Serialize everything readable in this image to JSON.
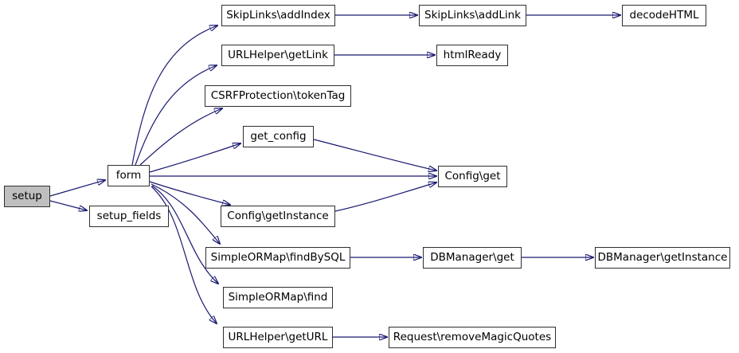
{
  "diagram": {
    "type": "call-graph",
    "colors": {
      "edge": "#191970",
      "node_fill": "#ffffff",
      "node_border": "#2f2f2f",
      "focus_fill": "#bfbfbf",
      "text": "#000000",
      "background": "#ffffff"
    },
    "nodes": {
      "setup": {
        "label": "setup",
        "focused": true
      },
      "form": {
        "label": "form"
      },
      "setup_fields": {
        "label": "setup_fields"
      },
      "skiplinks_addindex": {
        "label": "SkipLinks\\addIndex"
      },
      "skiplinks_addlink": {
        "label": "SkipLinks\\addLink"
      },
      "decodehtml": {
        "label": "decodeHTML"
      },
      "urlhelper_getlink": {
        "label": "URLHelper\\getLink"
      },
      "htmlready": {
        "label": "htmlReady"
      },
      "csrfprotection_tokentag": {
        "label": "CSRFProtection\\tokenTag"
      },
      "get_config": {
        "label": "get_config"
      },
      "config_get": {
        "label": "Config\\get"
      },
      "config_getinstance": {
        "label": "Config\\getInstance"
      },
      "simpleormap_findbysql": {
        "label": "SimpleORMap\\findBySQL"
      },
      "dbmanager_get": {
        "label": "DBManager\\get"
      },
      "dbmanager_getinstance": {
        "label": "DBManager\\getInstance"
      },
      "simpleormap_find": {
        "label": "SimpleORMap\\find"
      },
      "urlhelper_geturl": {
        "label": "URLHelper\\getURL"
      },
      "request_removemagicquotes": {
        "label": "Request\\removeMagicQuotes"
      }
    },
    "edges": [
      {
        "from": "setup",
        "to": "form"
      },
      {
        "from": "setup",
        "to": "setup_fields"
      },
      {
        "from": "form",
        "to": "skiplinks_addindex"
      },
      {
        "from": "form",
        "to": "urlhelper_getlink"
      },
      {
        "from": "form",
        "to": "csrfprotection_tokentag"
      },
      {
        "from": "form",
        "to": "get_config"
      },
      {
        "from": "form",
        "to": "config_get"
      },
      {
        "from": "form",
        "to": "config_getinstance"
      },
      {
        "from": "form",
        "to": "simpleormap_findbysql"
      },
      {
        "from": "form",
        "to": "simpleormap_find"
      },
      {
        "from": "form",
        "to": "urlhelper_geturl"
      },
      {
        "from": "skiplinks_addindex",
        "to": "skiplinks_addlink"
      },
      {
        "from": "skiplinks_addlink",
        "to": "decodehtml"
      },
      {
        "from": "urlhelper_getlink",
        "to": "htmlready"
      },
      {
        "from": "get_config",
        "to": "config_get"
      },
      {
        "from": "config_getinstance",
        "to": "config_get"
      },
      {
        "from": "simpleormap_findbysql",
        "to": "dbmanager_get"
      },
      {
        "from": "dbmanager_get",
        "to": "dbmanager_getinstance"
      },
      {
        "from": "urlhelper_geturl",
        "to": "request_removemagicquotes"
      }
    ]
  }
}
